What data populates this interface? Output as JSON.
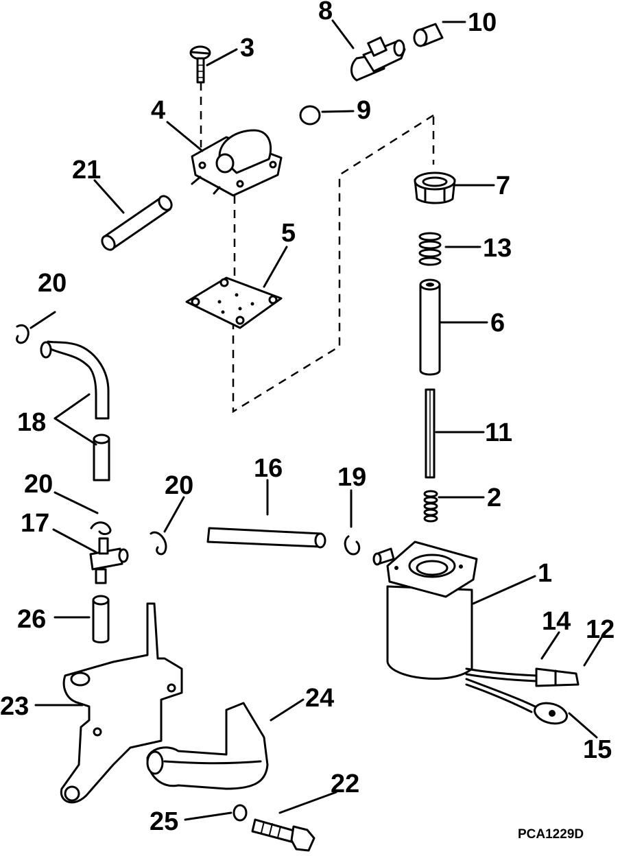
{
  "diagram": {
    "reference_code": "PCA1229D",
    "callouts": {
      "c1": "1",
      "c2": "2",
      "c3": "3",
      "c4": "4",
      "c5": "5",
      "c6": "6",
      "c7": "7",
      "c8": "8",
      "c9": "9",
      "c10": "10",
      "c11": "11",
      "c12": "12",
      "c13": "13",
      "c14": "14",
      "c15": "15",
      "c16": "16",
      "c17": "17",
      "c18": "18",
      "c19": "19",
      "c20a": "20",
      "c20b": "20",
      "c20c": "20",
      "c21": "21",
      "c22": "22",
      "c23": "23",
      "c24": "24",
      "c25": "25",
      "c26": "26"
    }
  }
}
